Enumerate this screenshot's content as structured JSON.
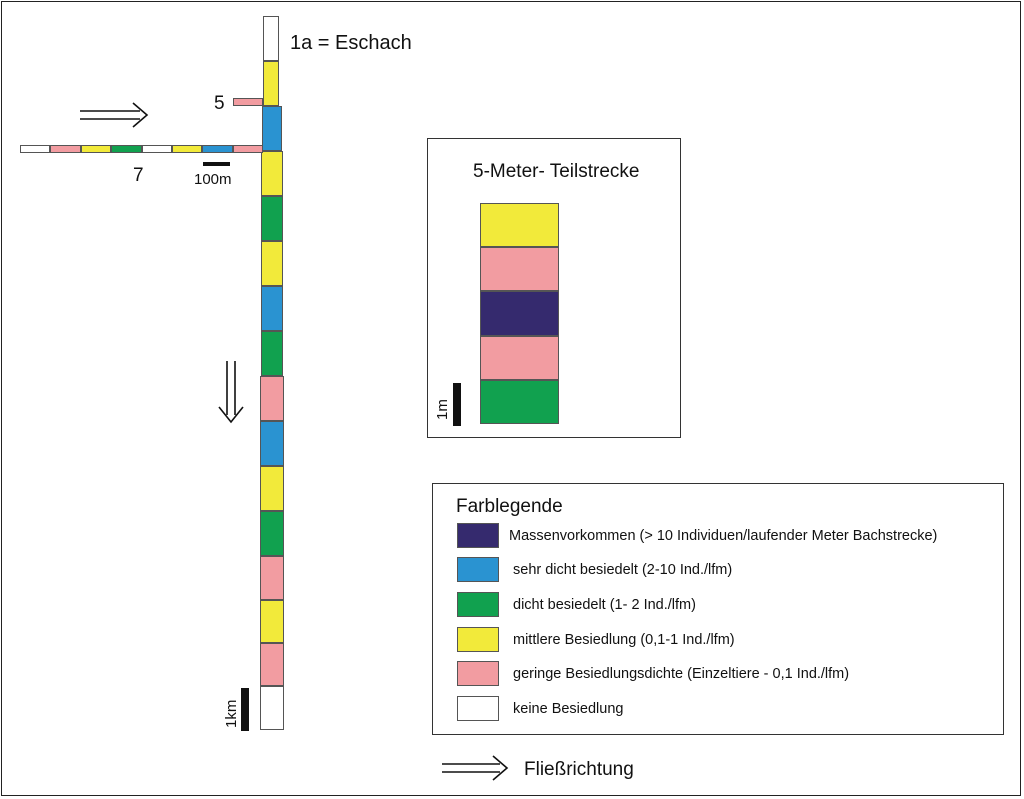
{
  "colors": {
    "massen": "#352a6e",
    "sehr_dicht": "#2a93d1",
    "dicht": "#11a14f",
    "mittel": "#f2ea3a",
    "gering": "#f29ca1",
    "keine": "#ffffff"
  },
  "main_stream": {
    "label": "1a = Eschach",
    "segments": [
      "keine",
      "mittel",
      "sehr_dicht",
      "mittel",
      "dicht",
      "mittel",
      "sehr_dicht",
      "dicht",
      "gering",
      "sehr_dicht",
      "mittel",
      "dicht",
      "gering",
      "mittel",
      "gering",
      "keine"
    ]
  },
  "tributary_5": {
    "label": "5",
    "segments": [
      "gering"
    ]
  },
  "tributary_7": {
    "label": "7",
    "segments": [
      "keine",
      "gering",
      "mittel",
      "dicht",
      "keine",
      "mittel",
      "sehr_dicht",
      "gering"
    ]
  },
  "scale_100m": "100m",
  "scale_1km": "1km",
  "detail": {
    "title": "5-Meter- Teilstrecke",
    "scale_label": "1m",
    "segments": [
      "mittel",
      "gering",
      "massen",
      "gering",
      "dicht"
    ]
  },
  "legend": {
    "title": "Farblegende",
    "items": [
      {
        "key": "massen",
        "label": "Massenvorkommen (> 10 Individuen/laufender Meter Bachstrecke)"
      },
      {
        "key": "sehr_dicht",
        "label": "sehr dicht besiedelt (2-10 Ind./lfm)"
      },
      {
        "key": "dicht",
        "label": "dicht besiedelt (1- 2 Ind./lfm)"
      },
      {
        "key": "mittel",
        "label": "mittlere Besiedlung (0,1-1 Ind./lfm)"
      },
      {
        "key": "gering",
        "label": "geringe Besiedlungsdichte (Einzeltiere - 0,1 Ind./lfm)"
      },
      {
        "key": "keine",
        "label": "keine Besiedlung"
      }
    ]
  },
  "flow_label": "Fließrichtung"
}
